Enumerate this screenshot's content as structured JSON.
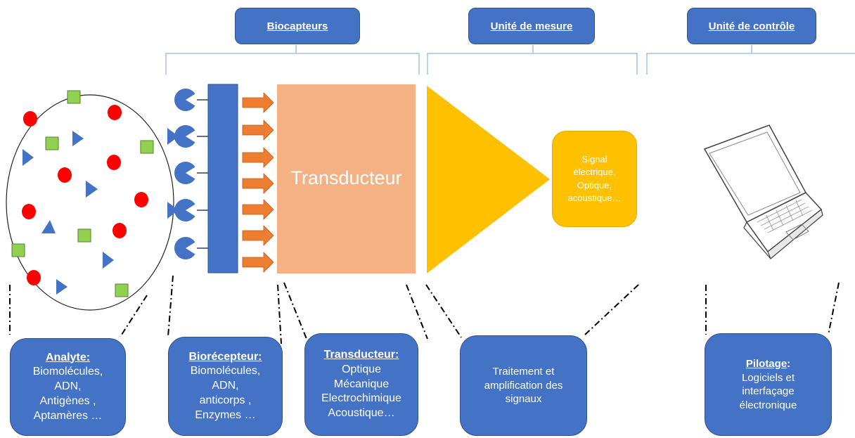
{
  "headers": {
    "biocapteurs": "Biocapteurs",
    "unite_mesure": "Unité de mesure",
    "unite_controle": "Unité de contrôle"
  },
  "transducer_block": {
    "label": "Transducteur"
  },
  "signal_box": {
    "lines": [
      "Signal",
      "électrique,",
      "Optique,",
      "acoustique…"
    ]
  },
  "boxes": {
    "analyte": {
      "title": "Analyte:",
      "lines": [
        "Biomolécules,",
        "ADN,",
        "Antigènes ,",
        "Aptamères …"
      ]
    },
    "biorecepteur": {
      "title": "Biorécepteur:",
      "lines": [
        "Biomolécules,",
        "ADN,",
        "anticorps ,",
        "Enzymes …"
      ]
    },
    "transducteur": {
      "title": "Transducteur:",
      "lines": [
        "Optique",
        "Mécanique",
        "Electrochimique",
        "Acoustique…"
      ]
    },
    "traitement": {
      "lines": [
        "Traitement et",
        "amplification des",
        "signaux"
      ]
    },
    "pilotage": {
      "title": "Pilotage",
      "suffix": ":",
      "lines": [
        "Logiciels et",
        "interfaçage",
        "électronique"
      ]
    }
  },
  "colors": {
    "blue": "#4472c4",
    "orange_arrow": "#ed7d31",
    "transducer_fill": "#f4b183",
    "amplifier_yellow": "#ffc000",
    "particle_red": "#ff0000",
    "particle_green": "#92d050",
    "outline": "#9dc3e6"
  },
  "icons": [
    "laptop-icon",
    "receptor-icon",
    "arrow-icon",
    "triangle-particle-icon",
    "square-particle-icon",
    "circle-particle-icon"
  ]
}
